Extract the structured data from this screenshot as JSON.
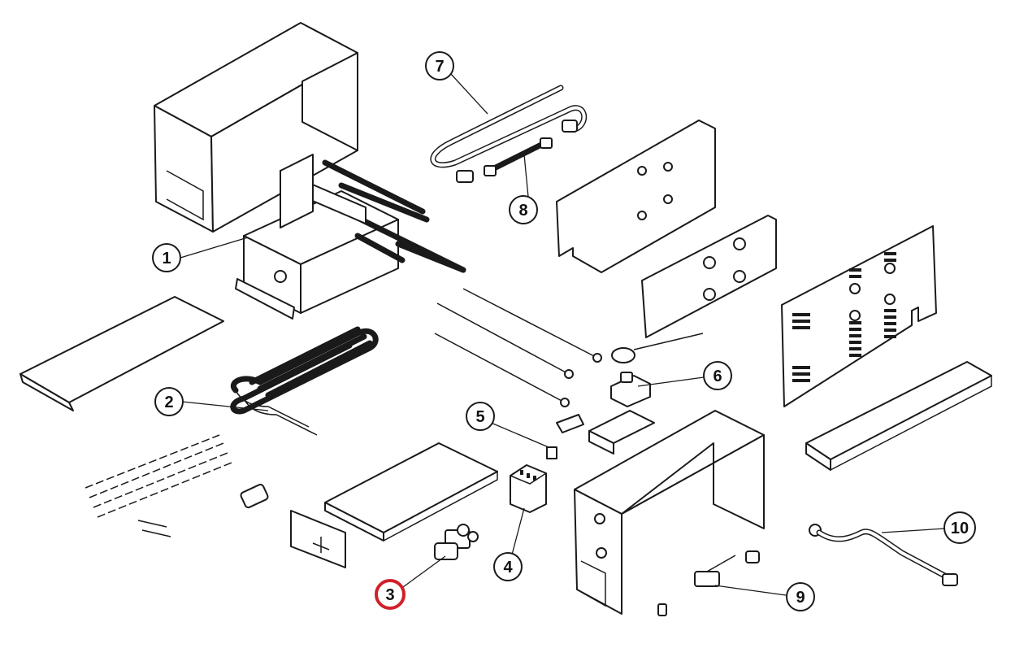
{
  "callouts": [
    {
      "id": "1",
      "label": "1",
      "part_icon": "boiler-tank-with-heating-rods",
      "highlighted": false
    },
    {
      "id": "2",
      "label": "2",
      "part_icon": "heating-element-coil",
      "highlighted": false
    },
    {
      "id": "3",
      "label": "3",
      "part_icon": "solenoid-valve",
      "highlighted": true
    },
    {
      "id": "4",
      "label": "4",
      "part_icon": "contactor",
      "highlighted": false
    },
    {
      "id": "5",
      "label": "5",
      "part_icon": "fuse",
      "highlighted": false
    },
    {
      "id": "6",
      "label": "6",
      "part_icon": "thermostat",
      "highlighted": false
    },
    {
      "id": "7",
      "label": "7",
      "part_icon": "bent-steam-pipe",
      "highlighted": false
    },
    {
      "id": "8",
      "label": "8",
      "part_icon": "pipe-fitting",
      "highlighted": false
    },
    {
      "id": "9",
      "label": "9",
      "part_icon": "drain-ball-valve",
      "highlighted": false
    },
    {
      "id": "10",
      "label": "10",
      "part_icon": "flexible-hose",
      "highlighted": false
    }
  ],
  "colors": {
    "line": "#1a1a1a",
    "background": "#ffffff",
    "highlight_ring": "#d0202a"
  }
}
